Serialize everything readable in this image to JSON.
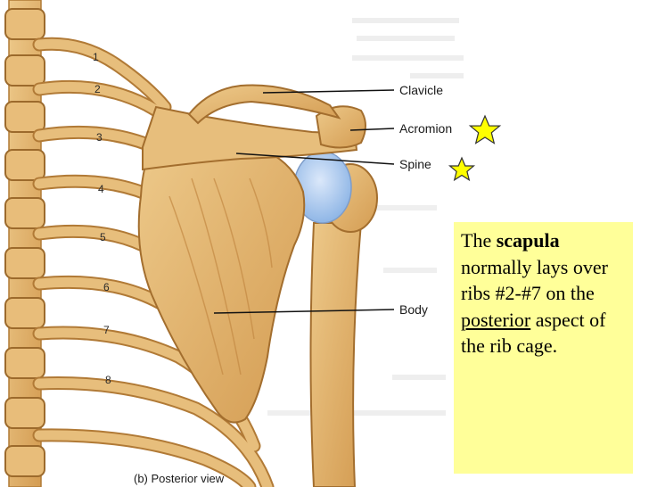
{
  "labels": {
    "clavicle": "Clavicle",
    "acromion": "Acromion",
    "spine": "Spine",
    "body": "Body"
  },
  "rib_numbers": [
    "1",
    "2",
    "3",
    "4",
    "5",
    "6",
    "7",
    "8"
  ],
  "caption": "(b) Posterior view",
  "note": {
    "part1": "The ",
    "bold": "scapula",
    "part2": " normally lays over ribs #2-#7 on the ",
    "underlined": "posterior",
    "part3": " aspect of the rib cage."
  },
  "colors": {
    "bone": "#e2b56d",
    "bone_dark": "#c98f42",
    "cartilage": "#a9c8ee",
    "note_bg": "#ffff99",
    "star": "#ffff00"
  },
  "icons": [
    "star-icon",
    "star-icon"
  ]
}
